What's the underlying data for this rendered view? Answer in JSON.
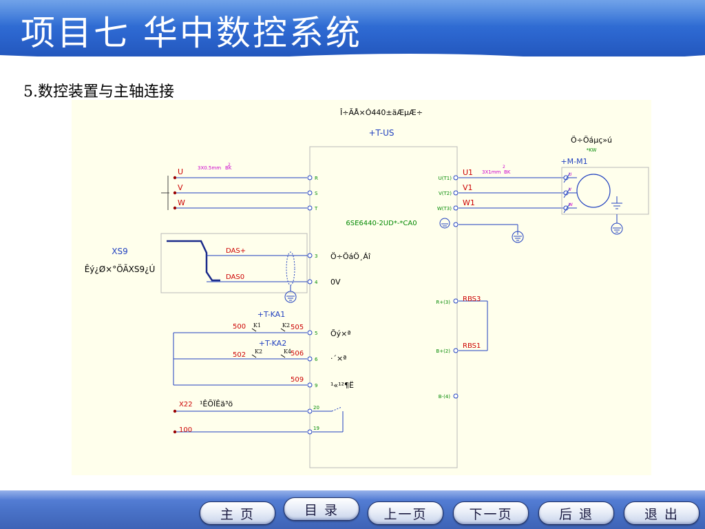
{
  "header": {
    "title": "项目七  华中数控系统"
  },
  "subtitle": "5.数控装置与主轴连接",
  "diagram": {
    "top_title": "Î÷ÃÅ×Ó440±äÆµÆ÷",
    "unit_tag": "+T-US",
    "drive_model": "6SE6440-2UD*-*CA0",
    "motor_name": "Ö÷Öáµç»ú",
    "motor_kw": "*KW",
    "motor_tag": "+M-M1",
    "supply_phases": [
      "U",
      "V",
      "W"
    ],
    "supply_terminals": [
      "R",
      "S",
      "T"
    ],
    "supply_cable": "3X0.5mm",
    "supply_cable_sup": "2",
    "supply_cable_color": "BK",
    "output_terminals": [
      "U(T1)",
      "V(T2)",
      "W(T3)"
    ],
    "output_phases": [
      "U1",
      "V1",
      "W1"
    ],
    "output_cable": "3X1mm",
    "output_cable_sup": "2",
    "output_cable_color": "BK",
    "motor_winding_labels": [
      "U",
      "V",
      "W"
    ],
    "xs9_tag": "XS9",
    "xs9_desc": "Êý¿Ø×°ÖÃXS9¿Ú",
    "das_plus": "DAS+",
    "das0": "DAS0",
    "analog_terminals": [
      "3",
      "4"
    ],
    "analog_descs": [
      "Ö÷ÖáÖ¸Áî",
      "0V"
    ],
    "ka1_tag": "+T-KA1",
    "ka2_tag": "+T-KA2",
    "k1": "K1",
    "k2a": "K2",
    "k2b": "K2",
    "k4": "K4",
    "wire_500": "500",
    "wire_505": "505",
    "wire_502": "502",
    "wire_506": "506",
    "wire_509": "509",
    "digital_terminals": [
      "5",
      "6",
      "9"
    ],
    "digital_descs": [
      "Õý×ª",
      "·´×ª",
      "¹«¹²¶Ë"
    ],
    "x22_tag": "X22",
    "x22_desc": "¹ÊÕÏÊä³ö",
    "wire_100": "100",
    "relay_terminals": [
      "20",
      "19"
    ],
    "brake_terminals": [
      "R+(3)",
      "B+(2)",
      "B-(4)"
    ],
    "rbs3": "RBS3",
    "rbs1": "RBS1"
  },
  "colors": {
    "header_bg": "#2c66cf",
    "diagram_bg": "#ffffec",
    "line_blue": "#1f3fbf",
    "label_red": "#cc0000",
    "label_magenta": "#cc00cc",
    "term_green": "#008800"
  },
  "nav": {
    "home": "主  页",
    "contents": "目  录",
    "prev": "上一页",
    "next": "下一页",
    "back": "后  退",
    "exit": "退  出"
  }
}
